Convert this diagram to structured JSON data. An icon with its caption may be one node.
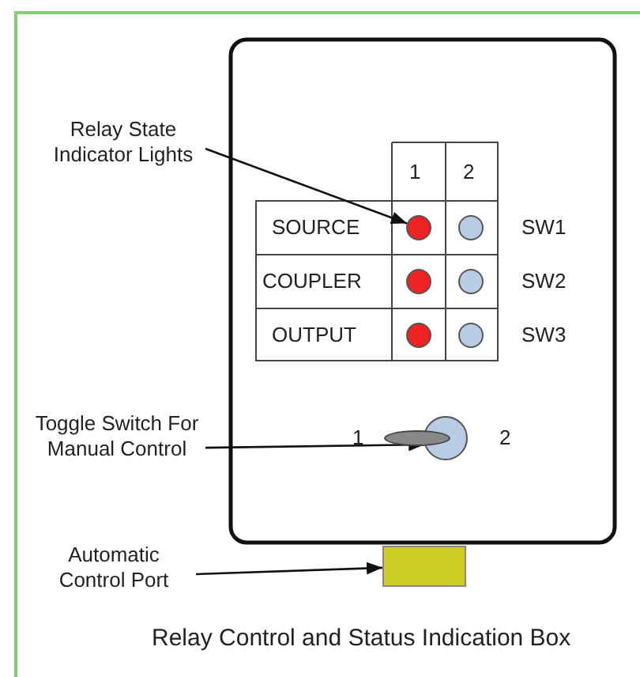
{
  "diagram": {
    "caption": "Relay Control and Status Indication Box",
    "nodes": [
      {
        "text": [
          "Relay State Indicator Lights"
        ]
      },
      {
        "text": [],
        "shape": "circle"
      },
      {
        "text": [],
        "shape": "circle"
      },
      {
        "text": [],
        "shape": "circle"
      },
      {
        "text": [],
        "shape": "circle"
      },
      {
        "text": [],
        "shape": "circle"
      },
      {
        "text": [],
        "shape": "circle"
      },
      {
        "text": [
          "Toggle Switch For Manual Control"
        ]
      },
      {
        "text": [],
        "shape": "circle"
      },
      {
        "text": [
          "Automatic Control Port"
        ]
      },
      {
        "text": [],
        "shape": "box"
      }
    ],
    "edges": [
      {
        "from": 0,
        "to": 1,
        "arrow": "to"
      },
      {
        "from": 7,
        "to": 8,
        "arrow": "to"
      },
      {
        "from": 9,
        "to": 10,
        "arrow": "to"
      }
    ],
    "labels": [
      "1",
      "2",
      "SOURCE",
      "SW1",
      "COUPLER",
      "SW2",
      "OUTPUT",
      "SW3",
      "1",
      "2"
    ]
  }
}
